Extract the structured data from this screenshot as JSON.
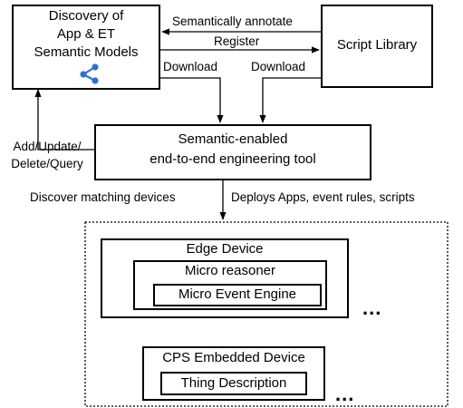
{
  "discovery": {
    "line1": "Discovery of",
    "line2": "App & ET",
    "line3": "Semantic Models",
    "icon": "share-network-icon",
    "icon_color": "#2e6fd6"
  },
  "script_library": {
    "label": "Script Library"
  },
  "tool": {
    "line1": "Semantic-enabled",
    "line2": "end-to-end engineering tool"
  },
  "arrows": {
    "semantically_annotate": "Semantically annotate",
    "register": "Register",
    "download_left": "Download",
    "download_right": "Download",
    "add_update_line1": "Add/Update/",
    "add_update_line2": "Delete/Query",
    "discover": "Discover matching devices",
    "deploys": "Deploys Apps, event rules, scripts"
  },
  "edge_device": {
    "title": "Edge Device",
    "micro_reasoner": "Micro reasoner",
    "micro_event_engine": "Micro Event Engine",
    "ellipsis": "..."
  },
  "cps_device": {
    "title": "CPS Embedded Device",
    "thing_description": "Thing Description",
    "ellipsis": "..."
  }
}
